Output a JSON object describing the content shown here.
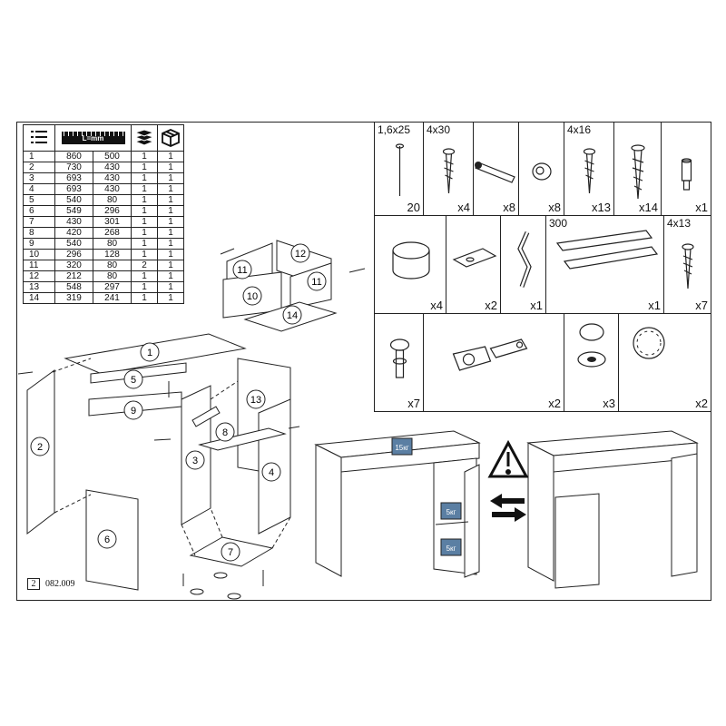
{
  "table": {
    "header_icons": [
      "list-icon",
      "ruler-icon",
      "layers-icon",
      "box-icon"
    ],
    "ruler_label": "L=mm",
    "rows": [
      {
        "n": "1",
        "l": "860",
        "w": "500",
        "q": "1",
        "p": "1"
      },
      {
        "n": "2",
        "l": "730",
        "w": "430",
        "q": "1",
        "p": "1"
      },
      {
        "n": "3",
        "l": "693",
        "w": "430",
        "q": "1",
        "p": "1"
      },
      {
        "n": "4",
        "l": "693",
        "w": "430",
        "q": "1",
        "p": "1"
      },
      {
        "n": "5",
        "l": "540",
        "w": "80",
        "q": "1",
        "p": "1"
      },
      {
        "n": "6",
        "l": "549",
        "w": "296",
        "q": "1",
        "p": "1"
      },
      {
        "n": "7",
        "l": "430",
        "w": "301",
        "q": "1",
        "p": "1"
      },
      {
        "n": "8",
        "l": "420",
        "w": "268",
        "q": "1",
        "p": "1"
      },
      {
        "n": "9",
        "l": "540",
        "w": "80",
        "q": "1",
        "p": "1"
      },
      {
        "n": "10",
        "l": "296",
        "w": "128",
        "q": "1",
        "p": "1"
      },
      {
        "n": "11",
        "l": "320",
        "w": "80",
        "q": "2",
        "p": "1"
      },
      {
        "n": "12",
        "l": "212",
        "w": "80",
        "q": "1",
        "p": "1"
      },
      {
        "n": "13",
        "l": "548",
        "w": "297",
        "q": "1",
        "p": "1"
      },
      {
        "n": "14",
        "l": "319",
        "w": "241",
        "q": "1",
        "p": "1"
      }
    ]
  },
  "hardware": [
    {
      "label": "1,6x25",
      "count": "20",
      "icon": "nail-icon"
    },
    {
      "label": "4x30",
      "count": "x4",
      "icon": "screw-icon"
    },
    {
      "label": "",
      "count": "x8",
      "icon": "cam-bolt-icon"
    },
    {
      "label": "",
      "count": "x8",
      "icon": "cam-lock-icon"
    },
    {
      "label": "4x16",
      "count": "x13",
      "icon": "screw-icon"
    },
    {
      "label": "",
      "count": "x14",
      "icon": "confirmat-screw-icon"
    },
    {
      "label": "",
      "count": "x1",
      "icon": "shelf-pin-icon"
    },
    {
      "label": "",
      "count": "x4",
      "icon": "foot-glide-icon"
    },
    {
      "label": "",
      "count": "x2",
      "icon": "bracket-icon"
    },
    {
      "label": "",
      "count": "x1",
      "icon": "hex-key-icon"
    },
    {
      "label": "300",
      "count": "x1",
      "icon": "drawer-runner-icon"
    },
    {
      "label": "4x13",
      "count": "x7",
      "icon": "screw-icon"
    },
    {
      "label": "",
      "count": "x7",
      "icon": "shelf-support-icon"
    },
    {
      "label": "",
      "count": "x2",
      "icon": "hinge-icon"
    },
    {
      "label": "",
      "count": "x3",
      "icon": "knob-icon"
    },
    {
      "label": "",
      "count": "x2",
      "icon": "cap-sticker-icon"
    }
  ],
  "parts_labels": [
    "1",
    "2",
    "3",
    "4",
    "5",
    "6",
    "7",
    "8",
    "9",
    "10",
    "11",
    "11",
    "12",
    "13",
    "14"
  ],
  "weights": [
    "15кг",
    "5кг",
    "5кг"
  ],
  "warning_icon": "warning-triangle-icon",
  "swap_icon": "swap-arrows-icon",
  "doc": {
    "page": "2",
    "code": "082.009"
  }
}
